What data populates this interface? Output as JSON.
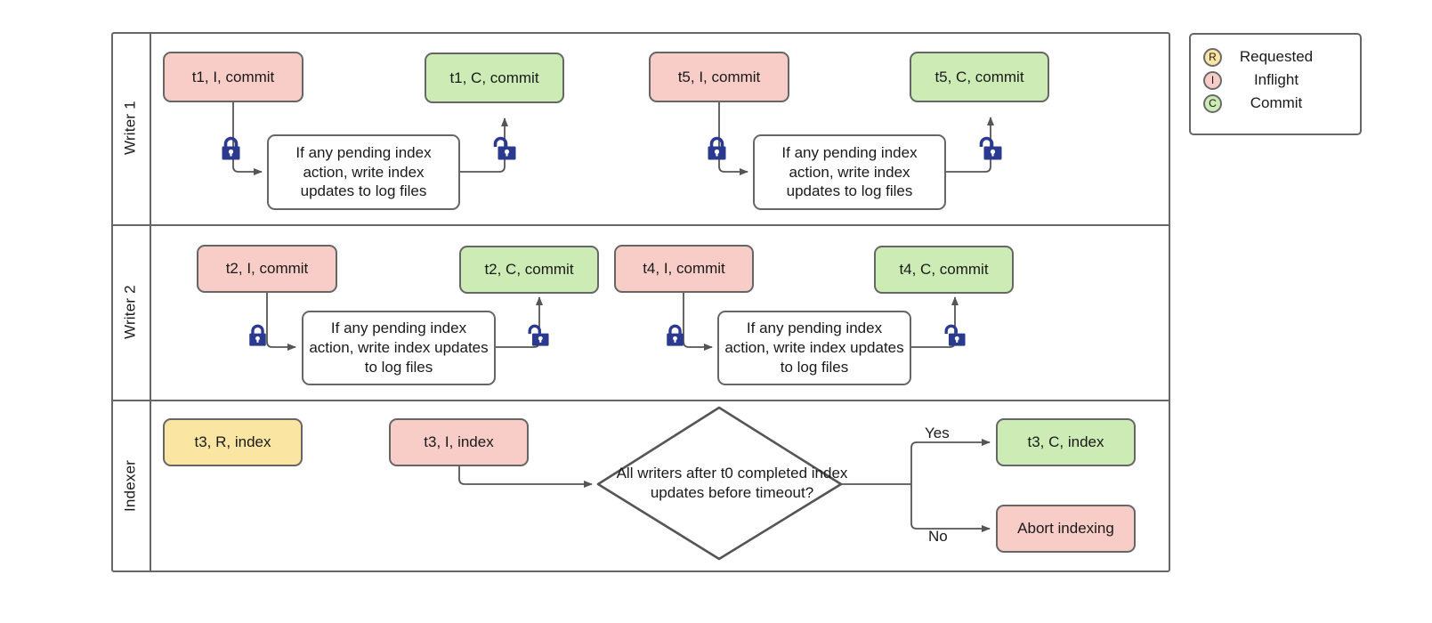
{
  "diagram": {
    "title": "Writer/Indexer swimlane flow",
    "colors": {
      "inflight": "#f8ccc7",
      "commit": "#ccebb5",
      "requested": "#fbe5a2",
      "stroke": "#666666",
      "lock": "#2b3a8f",
      "text": "#1a1a1a",
      "background": "#ffffff"
    },
    "lanes": [
      {
        "id": "writer1",
        "label": "Writer 1"
      },
      {
        "id": "writer2",
        "label": "Writer 2"
      },
      {
        "id": "indexer",
        "label": "Indexer"
      }
    ],
    "process_text": "If any pending index action, write index updates to log files",
    "decision_text": "All writers after t0 completed index updates before timeout?",
    "lane1_nodes": [
      {
        "id": "w1-t1-i",
        "label": "t1, I, commit",
        "state": "inflight"
      },
      {
        "id": "w1-t1-c",
        "label": "t1, C, commit",
        "state": "commit"
      },
      {
        "id": "w1-t5-i",
        "label": "t5, I, commit",
        "state": "inflight"
      },
      {
        "id": "w1-t5-c",
        "label": "t5, C, commit",
        "state": "commit"
      }
    ],
    "lane2_nodes": [
      {
        "id": "w2-t2-i",
        "label": "t2, I, commit",
        "state": "inflight"
      },
      {
        "id": "w2-t2-c",
        "label": "t2, C, commit",
        "state": "commit"
      },
      {
        "id": "w2-t4-i",
        "label": "t4, I, commit",
        "state": "inflight"
      },
      {
        "id": "w2-t4-c",
        "label": "t4, C, commit",
        "state": "commit"
      }
    ],
    "lane3_nodes": [
      {
        "id": "ix-t3-r",
        "label": "t3, R, index",
        "state": "requested"
      },
      {
        "id": "ix-t3-i",
        "label": "t3, I, index",
        "state": "inflight"
      },
      {
        "id": "ix-t3-c",
        "label": "t3, C, index",
        "state": "commit"
      },
      {
        "id": "ix-abort",
        "label": "Abort indexing",
        "state": "inflight"
      }
    ],
    "edge_labels": {
      "yes": "Yes",
      "no": "No"
    },
    "lock_icons": [
      {
        "id": "w1-lock-1",
        "type": "locked"
      },
      {
        "id": "w1-unlock-1",
        "type": "unlocked"
      },
      {
        "id": "w1-lock-2",
        "type": "locked"
      },
      {
        "id": "w1-unlock-2",
        "type": "unlocked"
      },
      {
        "id": "w2-lock-1",
        "type": "locked"
      },
      {
        "id": "w2-unlock-1",
        "type": "unlocked"
      },
      {
        "id": "w2-lock-2",
        "type": "locked"
      },
      {
        "id": "w2-unlock-2",
        "type": "unlocked"
      }
    ]
  },
  "legend": {
    "items": [
      {
        "badge": "R",
        "label": "Requested",
        "color": "#fbe5a2"
      },
      {
        "badge": "I",
        "label": "Inflight",
        "color": "#f8ccc7"
      },
      {
        "badge": "C",
        "label": "Commit",
        "color": "#ccebb5"
      }
    ]
  }
}
